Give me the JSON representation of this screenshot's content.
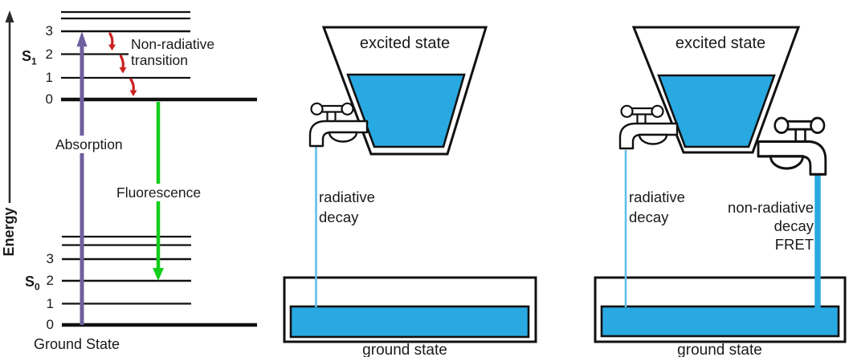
{
  "colors": {
    "water": "#29A9E1",
    "stream_thin": "#5FC0EA",
    "absorption_purple": "#6E5F9E",
    "fluorescence_green": "#13CD1C",
    "nonradiative_red": "#CC2020",
    "outline": "#111111"
  },
  "jablonski": {
    "energy_axis": "Energy",
    "ground_state": "Ground State",
    "s1": {
      "main": "S",
      "sub": "1"
    },
    "s0": {
      "main": "S",
      "sub": "0"
    },
    "s1_levels": [
      "3",
      "2",
      "1",
      "0"
    ],
    "s0_levels": [
      "3",
      "2",
      "1",
      "0"
    ],
    "absorption": "Absorption",
    "fluorescence": "Fluorescence",
    "nonradiative_line1": "Non-radiative",
    "nonradiative_line2": "transition"
  },
  "bucket_middle": {
    "excited": "excited state",
    "ground": "ground state",
    "decay_line1": "radiative",
    "decay_line2": "decay"
  },
  "bucket_right": {
    "excited": "excited state",
    "ground": "ground state",
    "radiative_line1": "radiative",
    "radiative_line2": "decay",
    "fret_line1": "non-radiative",
    "fret_line2": "decay",
    "fret_line3": "FRET"
  }
}
